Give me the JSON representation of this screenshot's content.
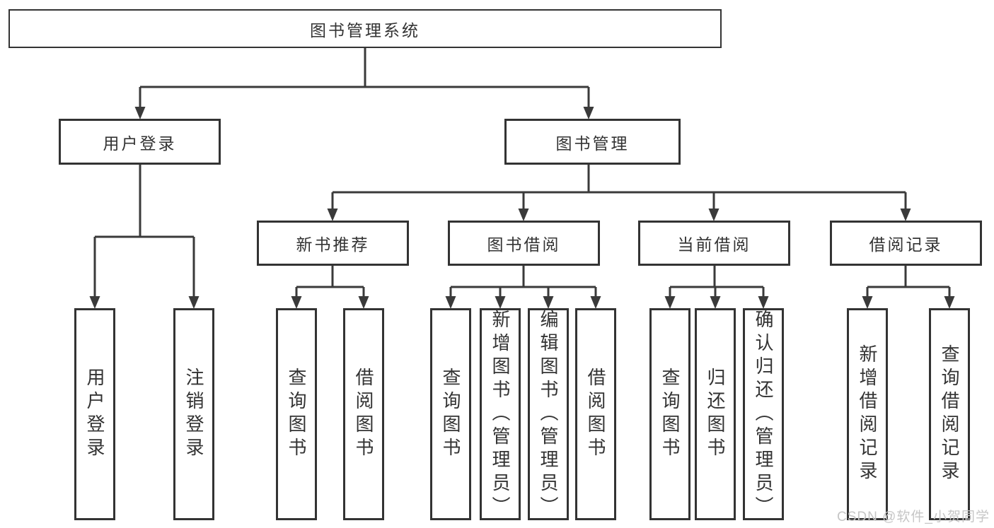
{
  "colors": {
    "line": "#3a3a3a",
    "box_border": "#333333",
    "text": "#333333",
    "watermark": "#c6c6c6",
    "background": "#ffffff"
  },
  "diagram": {
    "title": "图书管理系统",
    "level2": {
      "user_login": "用户登录",
      "book_management": "图书管理"
    },
    "level3": {
      "new_book_recommend": "新书推荐",
      "book_borrow": "图书借阅",
      "current_borrow": "当前借阅",
      "borrow_records": "借阅记录"
    },
    "leaves": {
      "user_login": "用户登录",
      "logout": "注销登录",
      "recommend_query_books": "查询图书",
      "recommend_borrow_books": "借阅图书",
      "borrow_query_books": "查询图书",
      "borrow_add_books_admin": "新增图书（管理员）",
      "borrow_edit_books_admin": "编辑图书（管理员）",
      "borrow_borrow_books": "借阅图书",
      "current_query_books": "查询图书",
      "current_return_books": "归还图书",
      "current_confirm_return_admin": "确认归还（管理员）",
      "records_add_record": "新增借阅记录",
      "records_query_record": "查询借阅记录"
    }
  },
  "watermark": "CSDN @软件_小贺同学"
}
